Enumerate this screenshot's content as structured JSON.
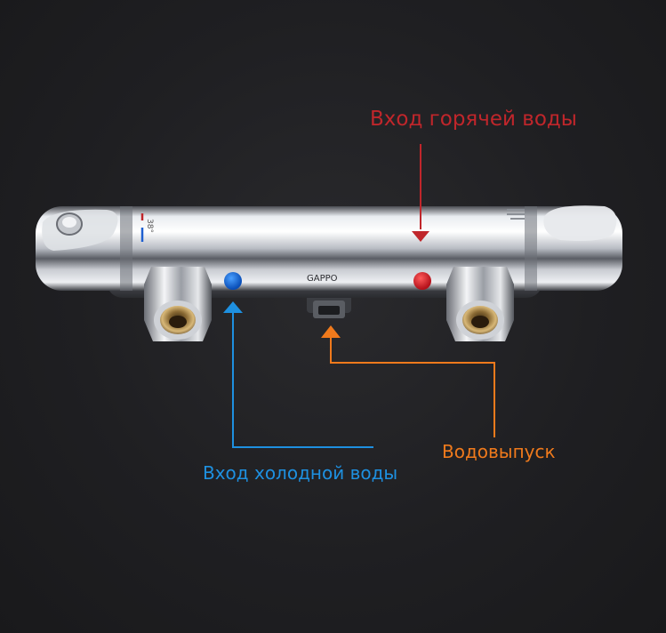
{
  "labels": {
    "hot_inlet": "Вход горячей воды",
    "cold_inlet": "Вход холодной воды",
    "outlet": "Водовыпуск"
  },
  "product": {
    "brand_text": "GAPPO",
    "scale_text": "38°"
  },
  "colors": {
    "hot": "#c0262b",
    "cold": "#1e90e0",
    "outlet": "#f07a1c",
    "background": "#1f1f22"
  }
}
